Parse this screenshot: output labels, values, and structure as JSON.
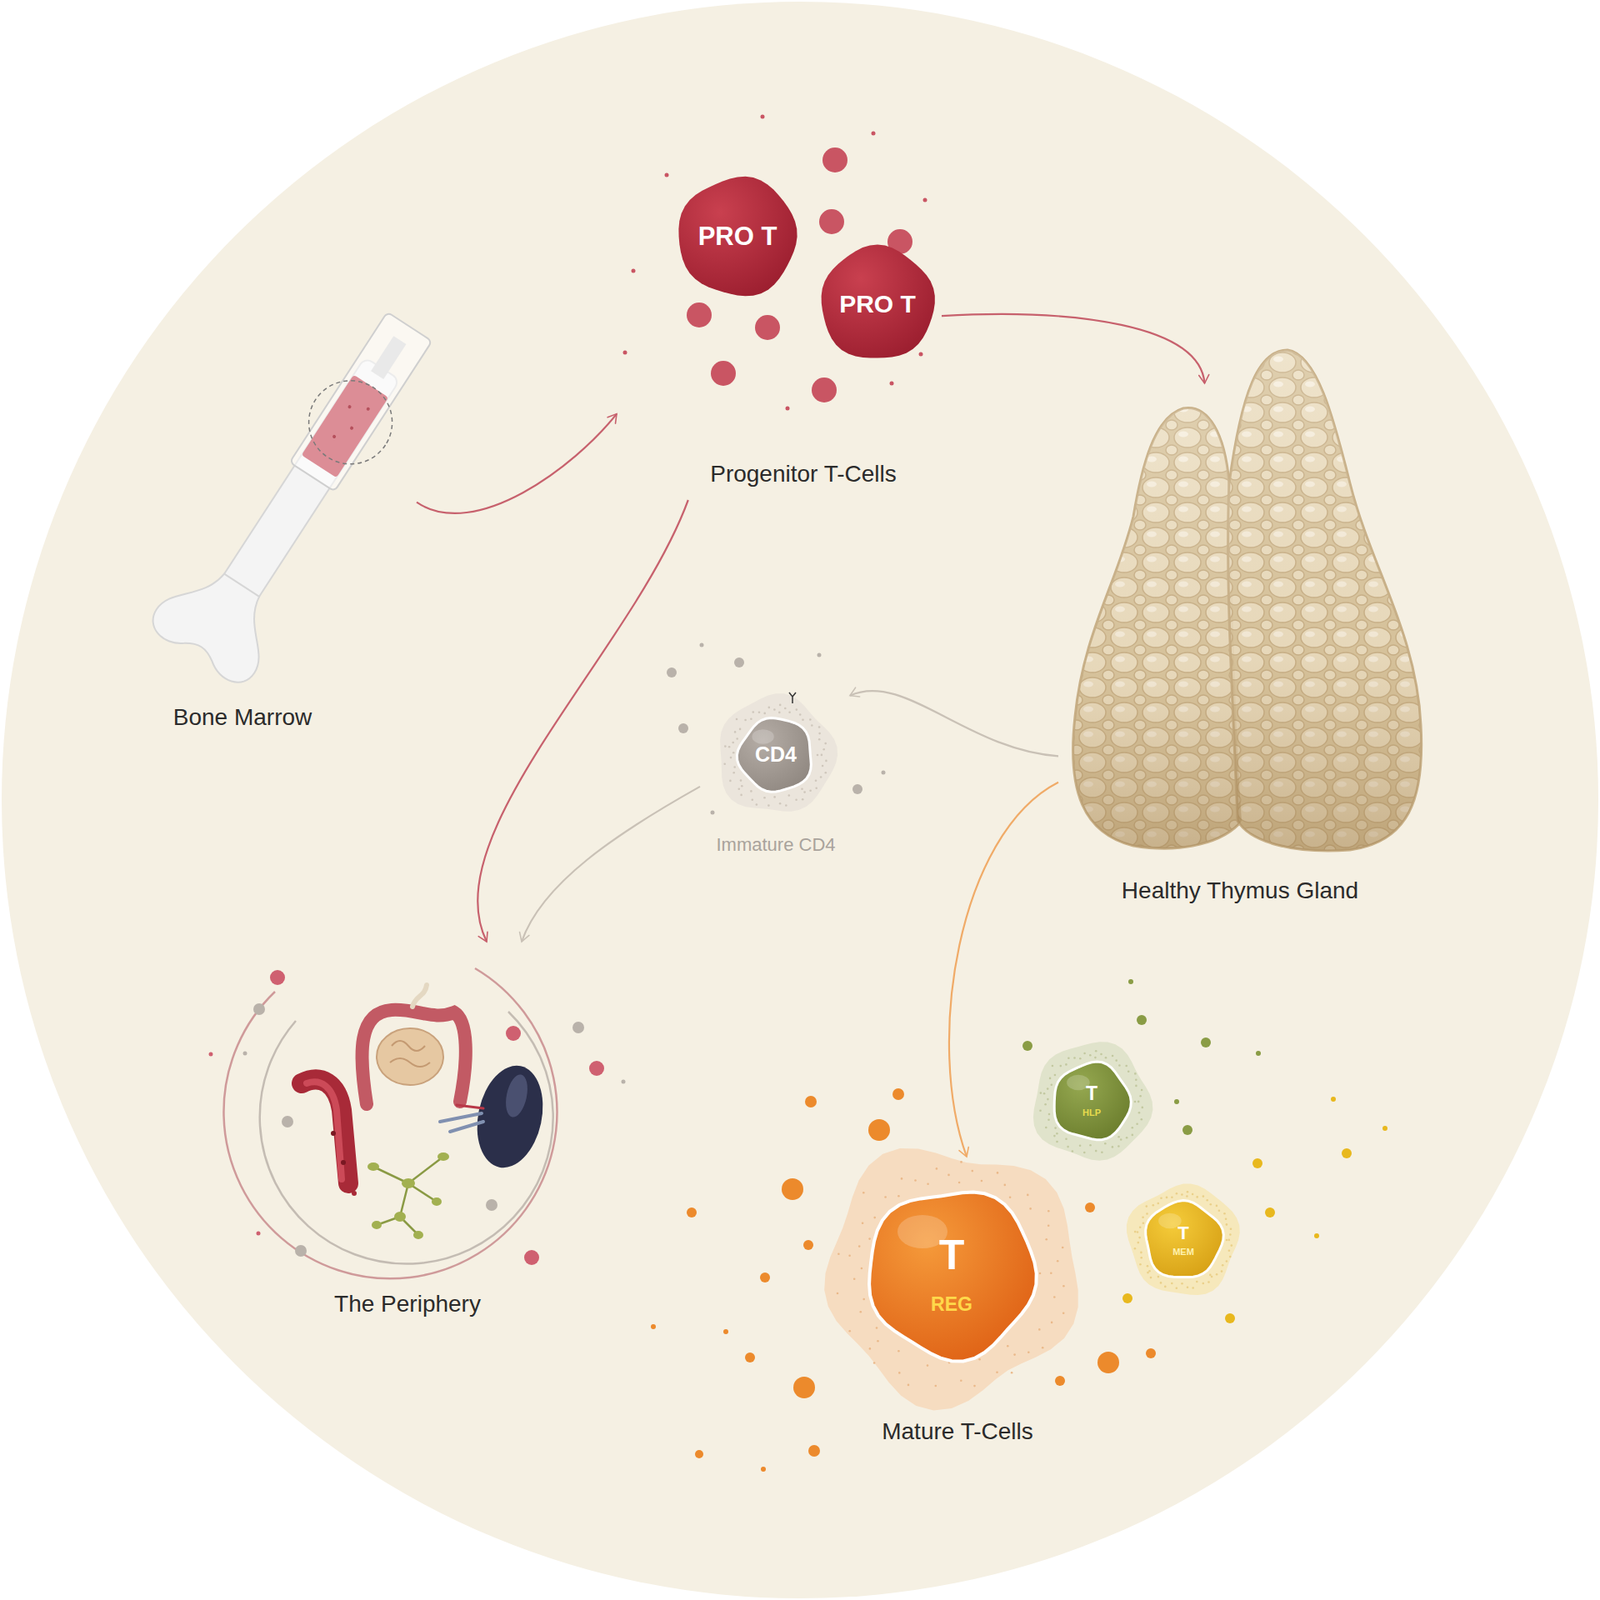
{
  "diagram": {
    "nodes": [
      {
        "text": [
          "Bone Marrow"
        ]
      },
      {
        "text": [
          "Progenitor T-Cells"
        ]
      },
      {
        "text": [
          "PRO T"
        ],
        "in": 1
      },
      {
        "text": [
          "PRO T"
        ],
        "in": 1
      },
      {
        "text": [
          "Healthy Thymus Gland"
        ]
      },
      {
        "text": [
          "CD4",
          "Immature CD4"
        ]
      },
      {
        "text": [
          "Mature T-Cells"
        ]
      },
      {
        "text": [
          "T",
          "REG"
        ],
        "in": 6
      },
      {
        "text": [
          "T",
          "HLP"
        ],
        "in": 6
      },
      {
        "text": [
          "T",
          "MEM"
        ],
        "in": 6
      },
      {
        "text": [
          "The Periphery"
        ]
      }
    ],
    "edges": [
      {
        "from": 0,
        "to": 1,
        "arrow": "to"
      },
      {
        "from": 1,
        "to": 4,
        "arrow": "to"
      },
      {
        "from": 4,
        "to": 5,
        "arrow": "to"
      },
      {
        "from": 4,
        "to": 7,
        "arrow": "to"
      },
      {
        "from": 5,
        "to": 10,
        "arrow": "to"
      },
      {
        "from": 1,
        "to": 10,
        "arrow": "to"
      }
    ]
  }
}
